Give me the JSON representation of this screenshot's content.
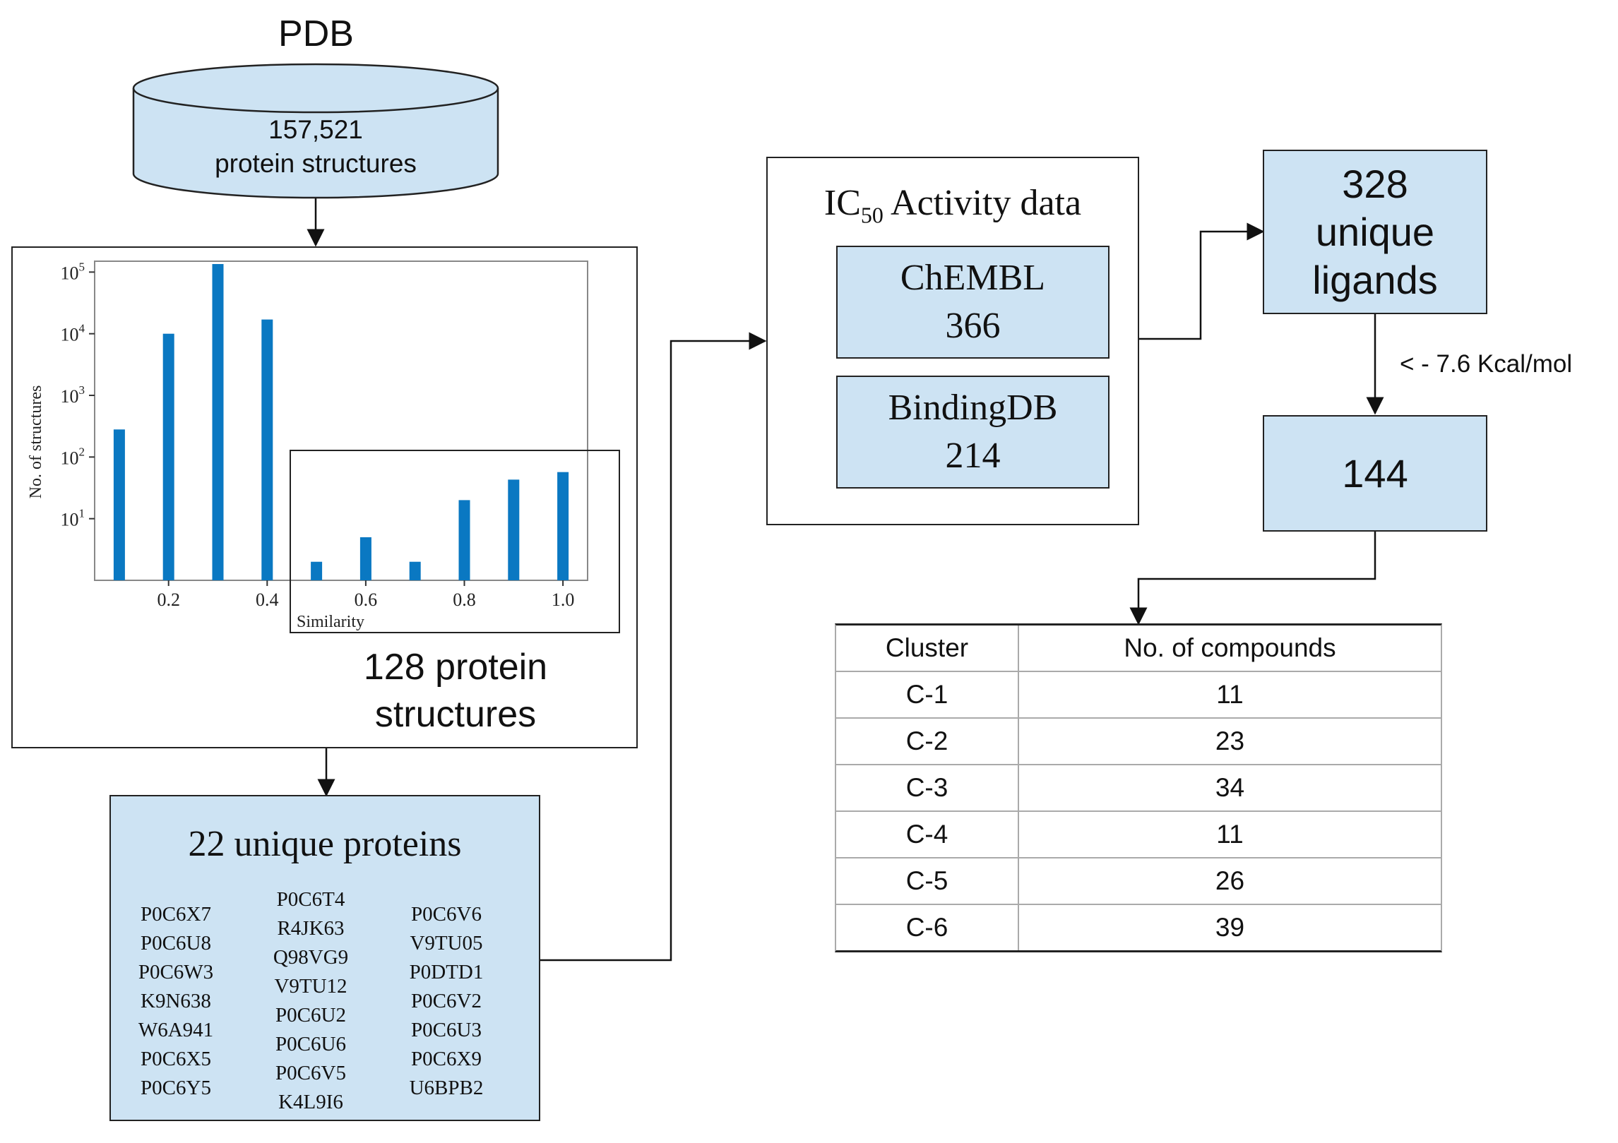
{
  "pdb": {
    "title": "PDB",
    "count": "157,521",
    "label": "protein structures"
  },
  "histogram": {
    "ylabel": "No. of structures",
    "xlabel": "Similarity",
    "yticks": [
      "10",
      "10",
      "10",
      "10",
      "10"
    ],
    "yexp": [
      "1",
      "2",
      "3",
      "4",
      "5"
    ],
    "xticks": [
      "0.2",
      "0.4",
      "0.6",
      "0.8",
      "1.0"
    ],
    "caption_line1": "128 protein",
    "caption_line2": "structures"
  },
  "chart_data": {
    "type": "bar",
    "xlabel": "Similarity",
    "ylabel": "No. of structures",
    "yscale": "log",
    "ylim": [
      1,
      150000
    ],
    "xlim": [
      0.05,
      1.05
    ],
    "x": [
      0.1,
      0.2,
      0.3,
      0.4,
      0.5,
      0.6,
      0.7,
      0.8,
      0.9,
      1.0
    ],
    "values": [
      280,
      10000,
      135000,
      17000,
      2,
      5,
      2,
      20,
      43,
      57
    ],
    "highlight_range": [
      0.5,
      1.0
    ]
  },
  "unique_proteins": {
    "title": "22 unique proteins",
    "col1": [
      "P0C6X7",
      "P0C6U8",
      "P0C6W3",
      "K9N638",
      "W6A941",
      "P0C6X5",
      "P0C6Y5"
    ],
    "col2": [
      "P0C6T4",
      "R4JK63",
      "Q98VG9",
      "V9TU12",
      "P0C6U2",
      "P0C6U6",
      "P0C6V5",
      "K4L9I6"
    ],
    "col3": [
      "P0C6V6",
      "V9TU05",
      "P0DTD1",
      "P0C6V2",
      "P0C6U3",
      "P0C6X9",
      "U6BPB2"
    ]
  },
  "activity": {
    "title_prefix": "IC",
    "title_sub": "50",
    "title_suffix": " Activity data",
    "chembl_name": "ChEMBL",
    "chembl_count": "366",
    "bindingdb_name": "BindingDB",
    "bindingdb_count": "214"
  },
  "ligands": {
    "count": "328",
    "line2": "unique",
    "line3": "ligands"
  },
  "threshold_label": "< - 7.6 Kcal/mol",
  "filtered": {
    "count": "144"
  },
  "clusters": {
    "headers": [
      "Cluster",
      "No. of compounds"
    ],
    "rows": [
      [
        "C-1",
        "11"
      ],
      [
        "C-2",
        "23"
      ],
      [
        "C-3",
        "34"
      ],
      [
        "C-4",
        "11"
      ],
      [
        "C-5",
        "26"
      ],
      [
        "C-6",
        "39"
      ]
    ]
  }
}
